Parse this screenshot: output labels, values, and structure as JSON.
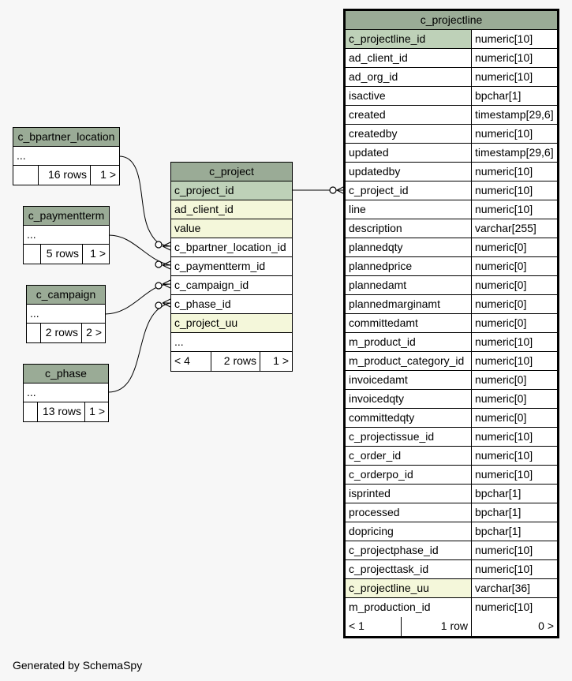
{
  "footer": "Generated by SchemaSpy",
  "c_bpartner_location": {
    "title": "c_bpartner_location",
    "ellipsis": "...",
    "rows": "16 rows",
    "children": "1 >"
  },
  "c_paymentterm": {
    "title": "c_paymentterm",
    "ellipsis": "...",
    "rows": "5 rows",
    "children": "1 >"
  },
  "c_campaign": {
    "title": "c_campaign",
    "ellipsis": "...",
    "rows": "2 rows",
    "children": "2 >"
  },
  "c_phase": {
    "title": "c_phase",
    "ellipsis": "...",
    "rows": "13 rows",
    "children": "1 >"
  },
  "c_project": {
    "title": "c_project",
    "columns": [
      "c_project_id",
      "ad_client_id",
      "value",
      "c_bpartner_location_id",
      "c_paymentterm_id",
      "c_campaign_id",
      "c_phase_id",
      "c_project_uu"
    ],
    "ellipsis": "...",
    "parents": "< 4",
    "rows": "2 rows",
    "children": "1 >"
  },
  "c_projectline": {
    "title": "c_projectline",
    "columns": [
      {
        "name": "c_projectline_id",
        "type": "numeric[10]"
      },
      {
        "name": "ad_client_id",
        "type": "numeric[10]"
      },
      {
        "name": "ad_org_id",
        "type": "numeric[10]"
      },
      {
        "name": "isactive",
        "type": "bpchar[1]"
      },
      {
        "name": "created",
        "type": "timestamp[29,6]"
      },
      {
        "name": "createdby",
        "type": "numeric[10]"
      },
      {
        "name": "updated",
        "type": "timestamp[29,6]"
      },
      {
        "name": "updatedby",
        "type": "numeric[10]"
      },
      {
        "name": "c_project_id",
        "type": "numeric[10]"
      },
      {
        "name": "line",
        "type": "numeric[10]"
      },
      {
        "name": "description",
        "type": "varchar[255]"
      },
      {
        "name": "plannedqty",
        "type": "numeric[0]"
      },
      {
        "name": "plannedprice",
        "type": "numeric[0]"
      },
      {
        "name": "plannedamt",
        "type": "numeric[0]"
      },
      {
        "name": "plannedmarginamt",
        "type": "numeric[0]"
      },
      {
        "name": "committedamt",
        "type": "numeric[0]"
      },
      {
        "name": "m_product_id",
        "type": "numeric[10]"
      },
      {
        "name": "m_product_category_id",
        "type": "numeric[10]"
      },
      {
        "name": "invoicedamt",
        "type": "numeric[0]"
      },
      {
        "name": "invoicedqty",
        "type": "numeric[0]"
      },
      {
        "name": "committedqty",
        "type": "numeric[0]"
      },
      {
        "name": "c_projectissue_id",
        "type": "numeric[10]"
      },
      {
        "name": "c_order_id",
        "type": "numeric[10]"
      },
      {
        "name": "c_orderpo_id",
        "type": "numeric[10]"
      },
      {
        "name": "isprinted",
        "type": "bpchar[1]"
      },
      {
        "name": "processed",
        "type": "bpchar[1]"
      },
      {
        "name": "dopricing",
        "type": "bpchar[1]"
      },
      {
        "name": "c_projectphase_id",
        "type": "numeric[10]"
      },
      {
        "name": "c_projecttask_id",
        "type": "numeric[10]"
      },
      {
        "name": "c_projectline_uu",
        "type": "varchar[36]"
      },
      {
        "name": "m_production_id",
        "type": "numeric[10]"
      }
    ],
    "parents": "< 1",
    "rows": "1 row",
    "children": "0 >"
  }
}
